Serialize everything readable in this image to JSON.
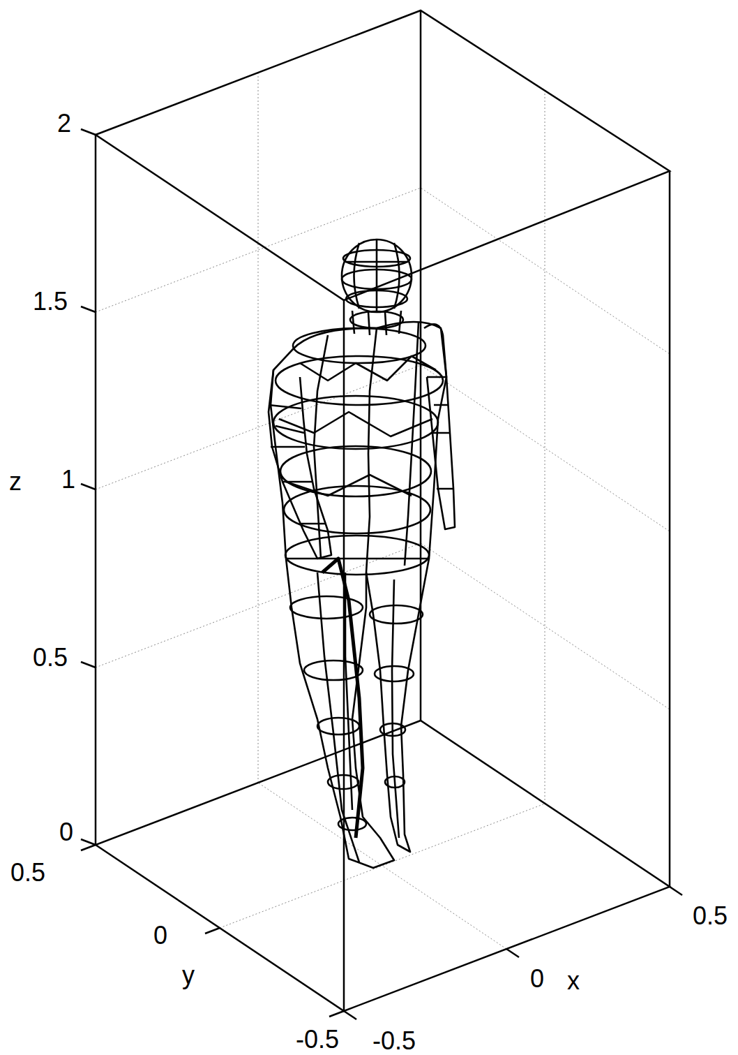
{
  "diagram": {
    "labels": [
      "2",
      "1.5",
      "1",
      "0.5",
      "0",
      "z",
      "0.5",
      "0",
      "y",
      "-0.5",
      "-0.5",
      "0",
      "x",
      "0.5"
    ]
  }
}
